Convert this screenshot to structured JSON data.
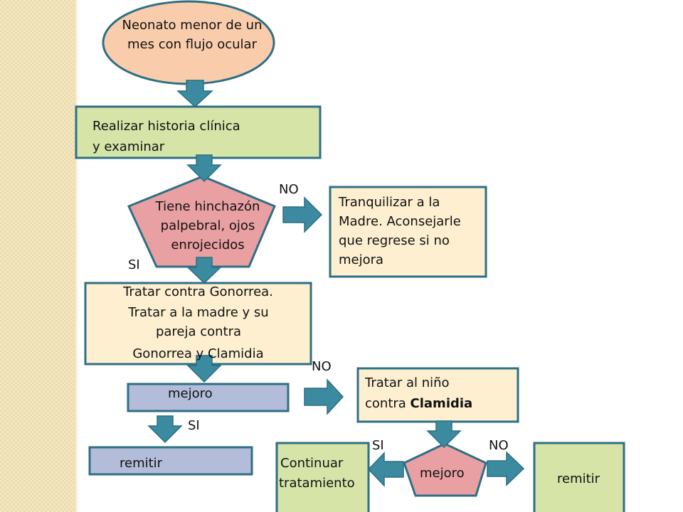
{
  "nodes": {
    "start": "Neonato menor de un mes con flujo ocular",
    "history_line1": "Realizar historia clínica",
    "history_line2": "y examinar",
    "decision1": "Tiene hinchazón palpebral, ojos enrojecidos",
    "reassure": "Tranquilizar a la Madre. Aconsejarle que regrese si no mejora",
    "treat_gonorrhea_line1": "Tratar contra Gonorrea.",
    "treat_gonorrhea_line2": "Tratar a la madre y  su pareja contra",
    "treat_gonorrhea_line3": "Gonorrea y Clamidia",
    "improved1": "mejoro",
    "refer1": "remitir",
    "treat_child_line1": "Tratar al niño",
    "treat_child_prefix": "contra ",
    "treat_child_bold": "Clamidia",
    "improved2": "mejoro",
    "continue_line1": "Continuar",
    "continue_line2": "tratamiento",
    "refer2": "remitir"
  },
  "edge_labels": {
    "no1": "NO",
    "si1": "SI",
    "no2": "NO",
    "si2": "SI",
    "si3": "SI",
    "no3": "NO"
  },
  "colors": {
    "oval": "#f9cdac",
    "green_box": "#d7e4a8",
    "cream_box": "#fdefd0",
    "pentagon": "#e8a0a2",
    "blue_box": "#b3bcd8",
    "arrow": "#3b8aa0",
    "sidebar": "#ecdcab"
  }
}
